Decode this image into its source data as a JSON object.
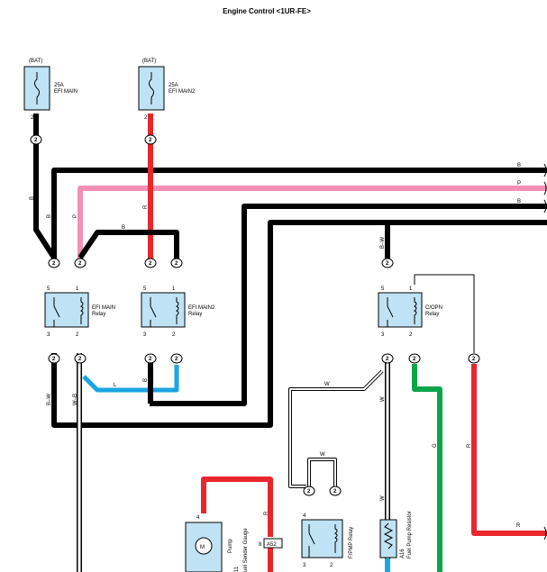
{
  "title": "Engine Control <1UR-FE>",
  "fuses": {
    "efi_main": {
      "source": "(BAT)",
      "amp": "25A",
      "name": "EFI MAIN",
      "pin": "2"
    },
    "efi_main2": {
      "source": "(BAT)",
      "amp": "25A",
      "name": "EFI MAIN2",
      "pin": "2"
    }
  },
  "relays": {
    "efi_main": {
      "name": "EFI MAIN",
      "sub": "Relay",
      "pins": {
        "tl": "5",
        "tr": "1",
        "bl": "3",
        "br": "2"
      }
    },
    "efi_main2": {
      "name": "EFI MAIN2",
      "sub": "Relay",
      "pins": {
        "tl": "5",
        "tr": "1",
        "bl": "3",
        "br": "2"
      }
    },
    "copn": {
      "name": "C/OPN",
      "sub": "Relay",
      "pins": {
        "tl": "5",
        "tr": "1",
        "bl": "3",
        "br": "2"
      }
    },
    "fpmp": {
      "name": "F/PMP Relay",
      "pins": {
        "tl": "4",
        "bl": "3",
        "br": "2"
      }
    }
  },
  "connector": "2",
  "wires": {
    "b": "B",
    "p": "P",
    "r": "R",
    "bw": "B–W",
    "wb": "W–B",
    "l": "L",
    "w": "W",
    "g": "G"
  },
  "lower": {
    "pump_pin": "4",
    "pump_label": "Pump",
    "gauge_label": "uel Sender Gauge",
    "gauge_code": "11",
    "gauge_pin": "8",
    "joint": "A52",
    "resistor_code": "A16",
    "resistor_name": "Fuel Pump Resistor"
  },
  "colors": {
    "black": "#000000",
    "red": "#e8262b",
    "pink": "#f48fb6",
    "blue": "#1aa5e3",
    "green": "#0aa54a",
    "white": "#ffffff",
    "relay_fill": "#bfe3f5"
  }
}
